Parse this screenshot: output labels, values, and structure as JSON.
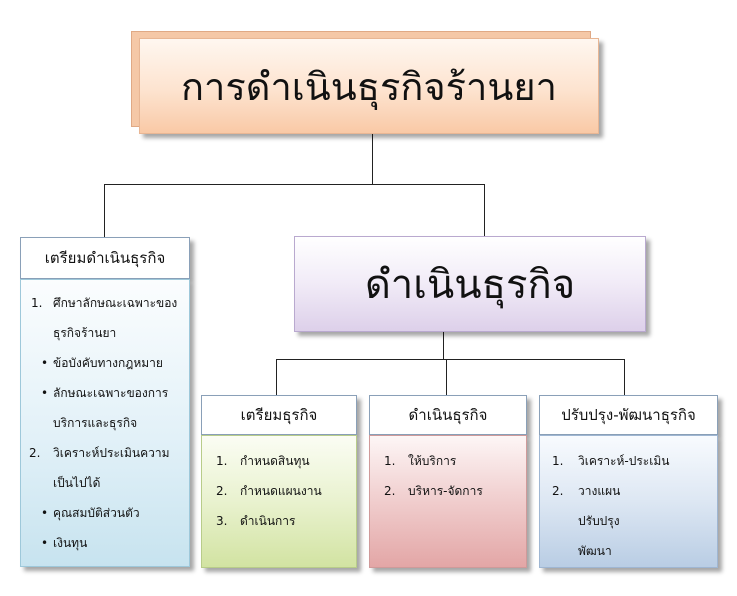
{
  "title": "การดำเนินธุรกิจร้านยา",
  "operate": "ดำเนินธุรกิจ",
  "prepare": {
    "heading": "เตรียมดำเนินธุรกิจ",
    "items": [
      {
        "marker": "1.",
        "text": "ศึกษาลักษณะเฉพาะของ"
      },
      {
        "marker": "",
        "text": "ธุรกิจร้านยา"
      },
      {
        "marker": "•",
        "text": "ข้อบังคับทางกฎหมาย"
      },
      {
        "marker": "•",
        "text": "ลักษณะเฉพาะของการ"
      },
      {
        "marker": "",
        "text": "บริการและธุรกิจ"
      },
      {
        "marker": "2.",
        "text": "วิเคราะห์ประเมินความ"
      },
      {
        "marker": "",
        "text": "เป็นไปได้"
      },
      {
        "marker": "•",
        "text": "คุณสมบัติส่วนตัว"
      },
      {
        "marker": "•",
        "text": "เงินทุน"
      }
    ]
  },
  "columns": [
    {
      "heading": "เตรียมธุรกิจ",
      "items": [
        {
          "marker": "1.",
          "text": "กำหนดสินทุน"
        },
        {
          "marker": "2.",
          "text": "กำหนดแผนงาน"
        },
        {
          "marker": "3.",
          "text": "ดำเนินการ"
        }
      ]
    },
    {
      "heading": "ดำเนินธุรกิจ",
      "items": [
        {
          "marker": "1.",
          "text": "ให้บริการ"
        },
        {
          "marker": "2.",
          "text": "บริหาร-จัดการ"
        }
      ]
    },
    {
      "heading": "ปรับปรุง-พัฒนาธุรกิจ",
      "items": [
        {
          "marker": "1.",
          "text": "วิเคราะห์-ประเมิน"
        },
        {
          "marker": "2.",
          "text": "วางแผน"
        },
        {
          "marker": "",
          "text": "ปรับปรุง"
        },
        {
          "marker": "",
          "text": "พัฒนา"
        }
      ]
    }
  ]
}
